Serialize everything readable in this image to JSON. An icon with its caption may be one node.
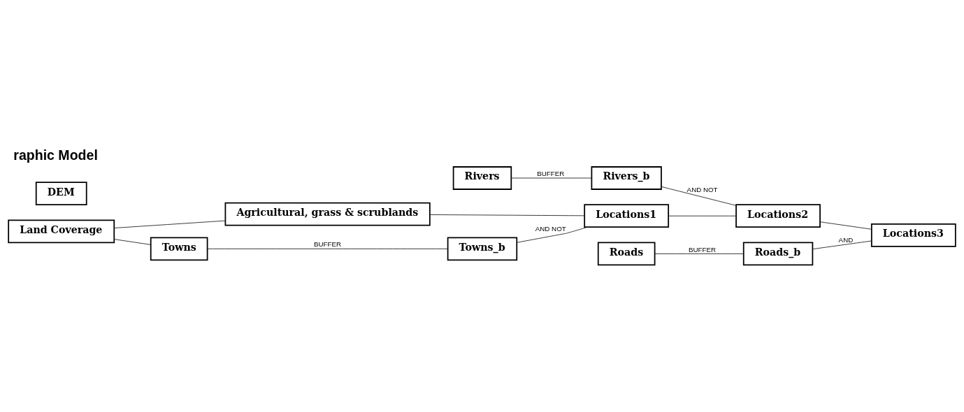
{
  "diagram": {
    "title": "raphic Model",
    "nodes": [
      {
        "text": [
          "Land Coverage"
        ]
      },
      {
        "text": [
          "Agricultural, grass & scrublands"
        ]
      },
      {
        "text": [
          "Towns"
        ]
      },
      {
        "text": [
          "Towns_b"
        ]
      },
      {
        "text": [
          "Locations1"
        ]
      },
      {
        "text": [
          "Rivers"
        ]
      },
      {
        "text": [
          "Rivers_b"
        ]
      },
      {
        "text": [
          "Locations2"
        ]
      },
      {
        "text": [
          "Roads"
        ]
      },
      {
        "text": [
          "Roads_b"
        ]
      },
      {
        "text": [
          "Locations3"
        ]
      },
      {
        "text": [
          "DEM"
        ]
      }
    ],
    "edges": [
      {
        "from": 0,
        "to": 1,
        "arrow": "none"
      },
      {
        "from": 0,
        "to": 2,
        "arrow": "none"
      },
      {
        "from": 2,
        "to": 3,
        "arrow": "none",
        "label": "BUFFER"
      },
      {
        "from": 1,
        "to": 4,
        "arrow": "none"
      },
      {
        "from": 3,
        "to": 4,
        "arrow": "none",
        "label": "AND NOT"
      },
      {
        "from": 5,
        "to": 6,
        "arrow": "none",
        "label": "BUFFER"
      },
      {
        "from": 4,
        "to": 7,
        "arrow": "none"
      },
      {
        "from": 6,
        "to": 7,
        "arrow": "none",
        "label": "AND NOT"
      },
      {
        "from": 8,
        "to": 9,
        "arrow": "none",
        "label": "BUFFER"
      },
      {
        "from": 7,
        "to": 10,
        "arrow": "none"
      },
      {
        "from": 9,
        "to": 10,
        "arrow": "none",
        "label": "AND"
      }
    ]
  }
}
